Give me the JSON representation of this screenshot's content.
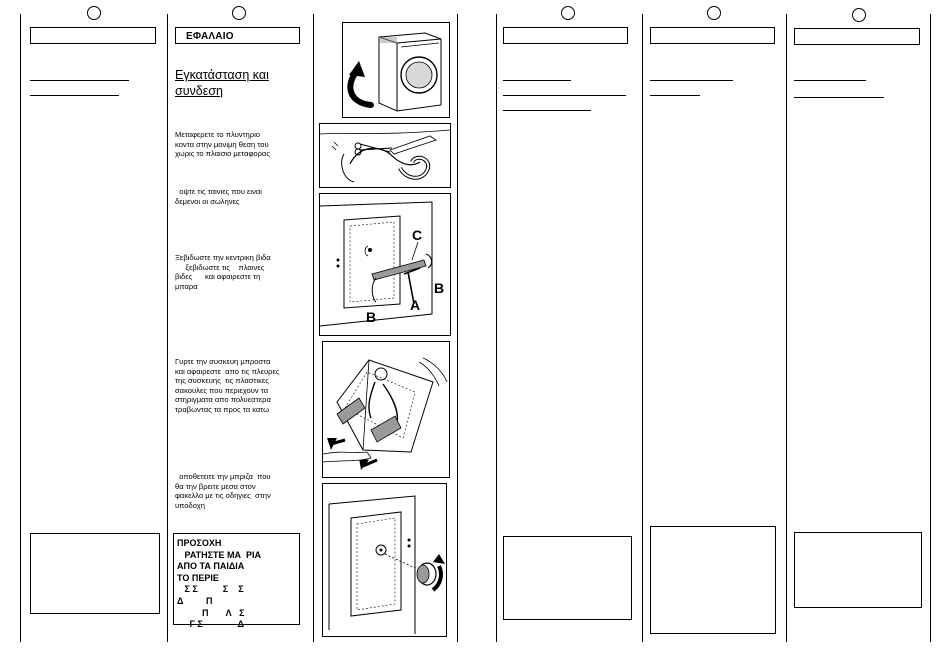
{
  "middle_column": {
    "header": "ΕΦΑΛΑΙΟ",
    "title_line1": "Εγκατάσταση και",
    "title_line2": "συνδεση",
    "step1": "Μεταφερετε το πλυντηριο\nκοντα στην μονιμη θεση του\nχωρις το πλαισιο μεταφορας",
    "step2": "  οψτε τις ταινιες που ειναι\nδεμενοι οι σωληνες",
    "step3": "Ξεβιδωστε την κεντρικη βιδα\n     ξεβιδωστε τις    πλαινες\nβιδες      και αφαιρεστε τη\nμπαρα",
    "step4": "Γυρτε την συσκευη μπροστα\nκαι αφαιρεστε  απο τις πλευρες\nτης συσκευης  τις πλαστικες\nσακουλες που περιεχουν τα\nστηριγματα απο πολυεστερα\nτραβωντας τα προς τα κατω",
    "step5": "  οποθετειτε την μπριζα  που\nθα την βρειτε μεσα στον\nφακελλο με τις οδηγιες  στην\nυποδοχη",
    "warning": "ΠΡΟΣΟΧΗ\n   ΡΑΤΗΣΤΕ ΜΑ  ΡΙΑ\nΑΠΟ ΤΑ ΠΑΙΔΙΑ\nΤΟ ΠΕΡΙΕ\n   Σ Σ          Σ    Σ\nΔ         Π\n          Π       Λ   Σ\n     Γ Σ              Δ"
  },
  "illustration_labels": {
    "label_c": "C",
    "label_a": "A",
    "label_b_right": "B",
    "label_b_left": "B"
  },
  "colors": {
    "ink": "#000000",
    "paper": "#ffffff",
    "shade": "#9a9a9a"
  }
}
